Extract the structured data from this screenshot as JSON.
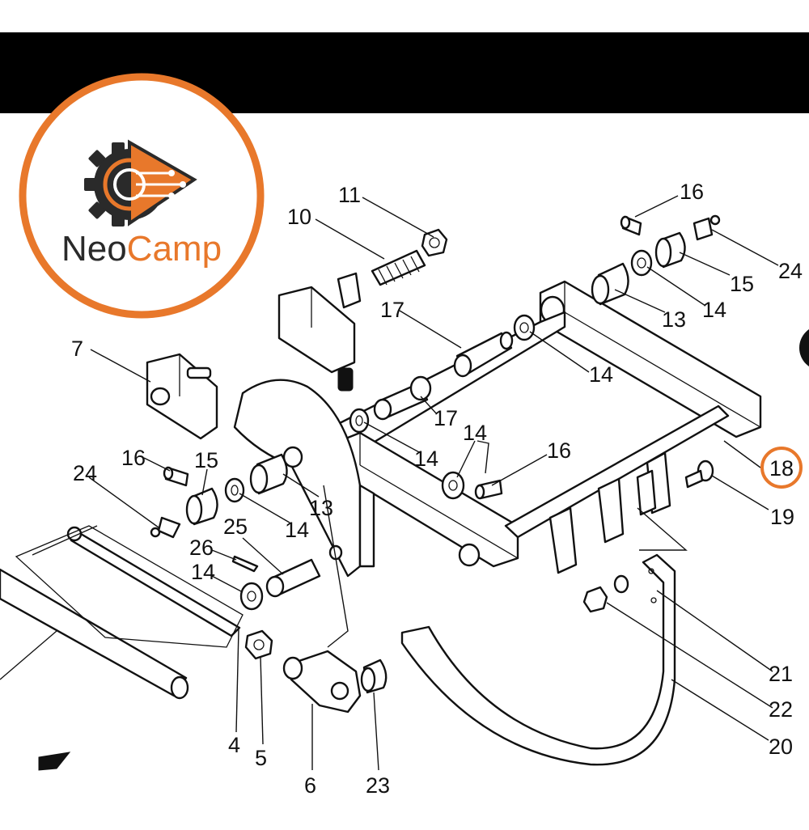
{
  "logo": {
    "name_part1": "Neo",
    "name_part2": "Camp",
    "ring_color": "#e8782b",
    "text_dark_color": "#2a2a2a",
    "text_accent_color": "#e8782b"
  },
  "highlight": {
    "part": "18",
    "color": "#e8782b"
  },
  "callouts": {
    "c4": "4",
    "c5": "5",
    "c6": "6",
    "c7": "7",
    "c10": "10",
    "c11": "11",
    "c13a": "13",
    "c13b": "13",
    "c14a": "14",
    "c14b": "14",
    "c14c": "14",
    "c14d": "14",
    "c14e": "14",
    "c14f": "14",
    "c15a": "15",
    "c15b": "15",
    "c16a": "16",
    "c16b": "16",
    "c16c": "16",
    "c17a": "17",
    "c17b": "17",
    "c18": "18",
    "c19": "19",
    "c20": "20",
    "c21": "21",
    "c22": "22",
    "c23": "23",
    "c24a": "24",
    "c24b": "24",
    "c25": "25",
    "c26": "26"
  },
  "icons": [
    "gear-play-logo-icon",
    "direction-arrow-icon"
  ]
}
